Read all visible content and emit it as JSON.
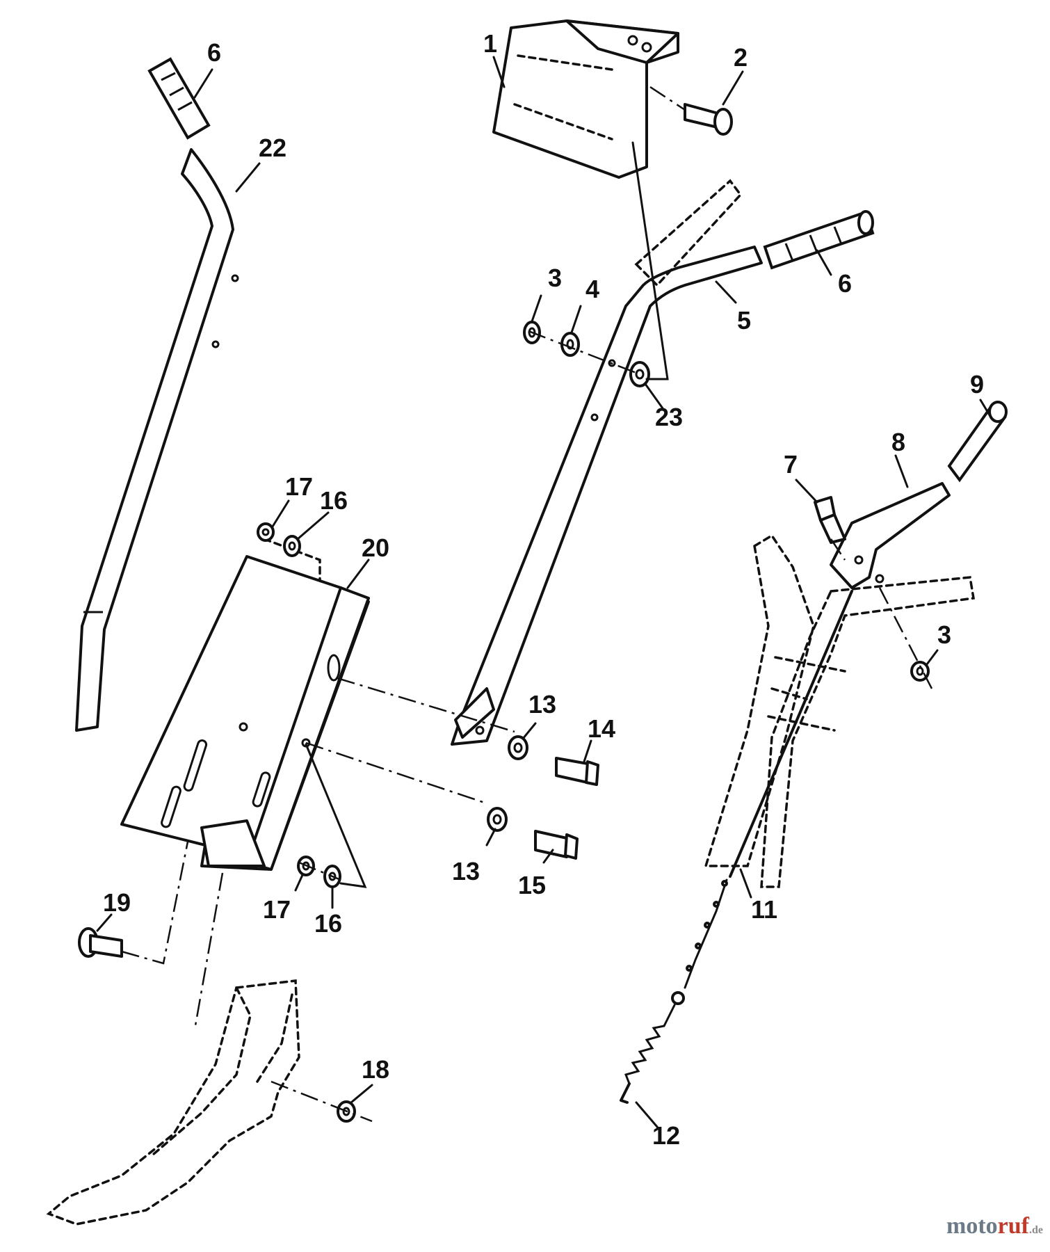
{
  "labels": {
    "p1": "1",
    "p2": "2",
    "p3a": "3",
    "p3b": "3",
    "p4": "4",
    "p5": "5",
    "p6a": "6",
    "p6b": "6",
    "p7": "7",
    "p8": "8",
    "p9": "9",
    "p11": "11",
    "p12": "12",
    "p13a": "13",
    "p13b": "13",
    "p14": "14",
    "p15": "15",
    "p16a": "16",
    "p16b": "16",
    "p17a": "17",
    "p17b": "17",
    "p18": "18",
    "p19": "19",
    "p20": "20",
    "p22": "22",
    "p23": "23"
  },
  "watermark": {
    "brand_a": "moto",
    "brand_b": "ruf",
    "suffix": ".de"
  }
}
